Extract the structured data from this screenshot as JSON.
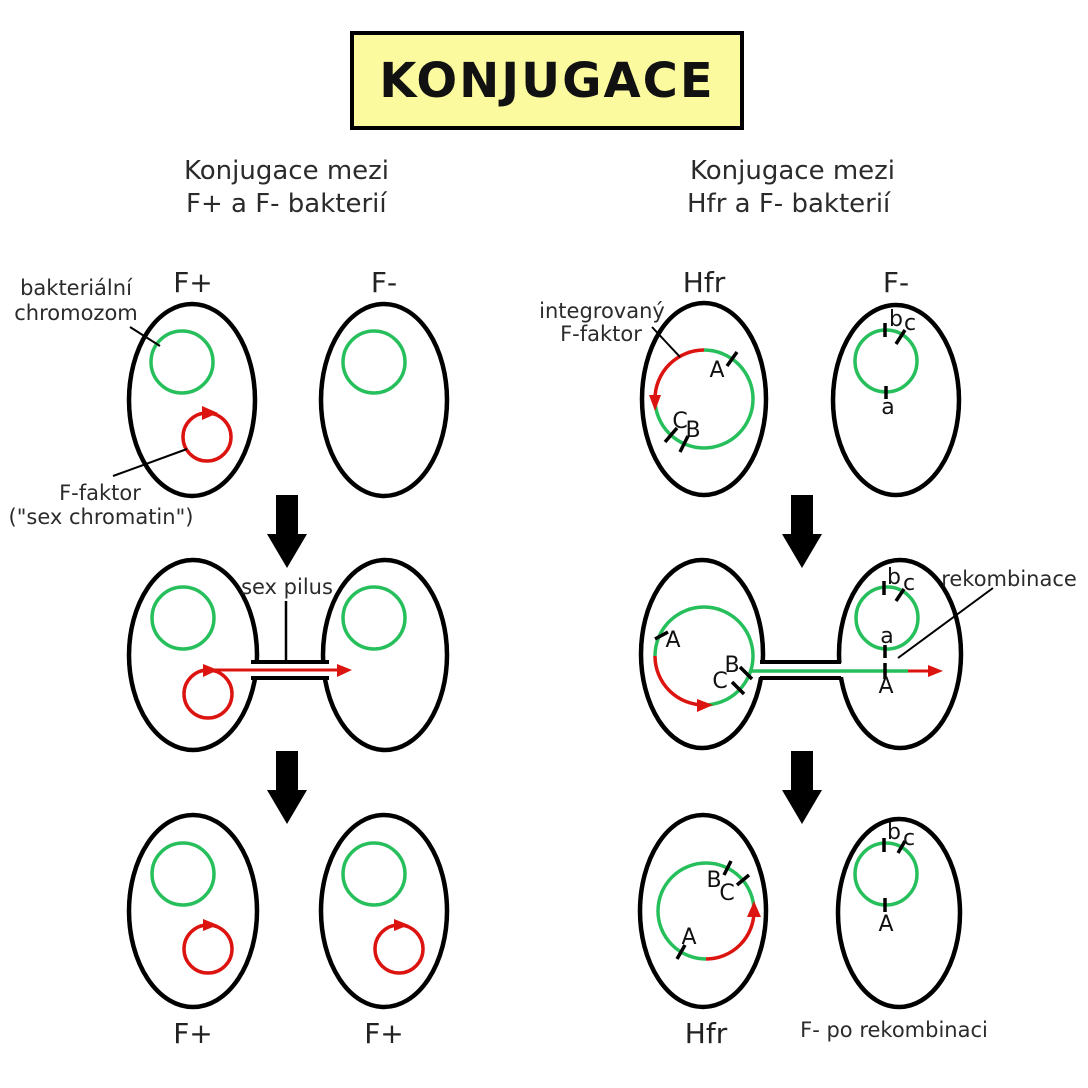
{
  "title": "KONJUGACE",
  "colors": {
    "chromosome_green": "#26bf5c",
    "f_factor_red": "#dc1410",
    "title_background": "#fbfa9e",
    "outline_black": "#000000"
  },
  "left_column": {
    "heading_line1": "Konjugace mezi",
    "heading_line2": "F+ a F- bakterií",
    "step1": {
      "donor_label": "F+",
      "recipient_label": "F-",
      "chromosome_annotation_line1": "bakteriální",
      "chromosome_annotation_line2": "chromozom",
      "f_factor_annotation_line1": "F-faktor",
      "f_factor_annotation_line2": "(\"sex chromatin\")"
    },
    "step2": {
      "pilus_annotation": "sex pilus"
    },
    "step3": {
      "cell1_label": "F+",
      "cell2_label": "F+"
    }
  },
  "right_column": {
    "heading_line1": "Konjugace mezi",
    "heading_line2": "Hfr a F- bakterií",
    "step1": {
      "donor_label": "Hfr",
      "recipient_label": "F-",
      "integrated_annotation_line1": "integrovaný",
      "integrated_annotation_line2": "F-faktor"
    },
    "step2": {
      "recombination_annotation": "rekombinace"
    },
    "step3": {
      "cell1_label": "Hfr",
      "cell2_label": "F- po rekombinaci"
    }
  },
  "gene_markers": {
    "A": "A",
    "B": "B",
    "C": "C",
    "a": "a",
    "b": "b",
    "c": "c"
  }
}
